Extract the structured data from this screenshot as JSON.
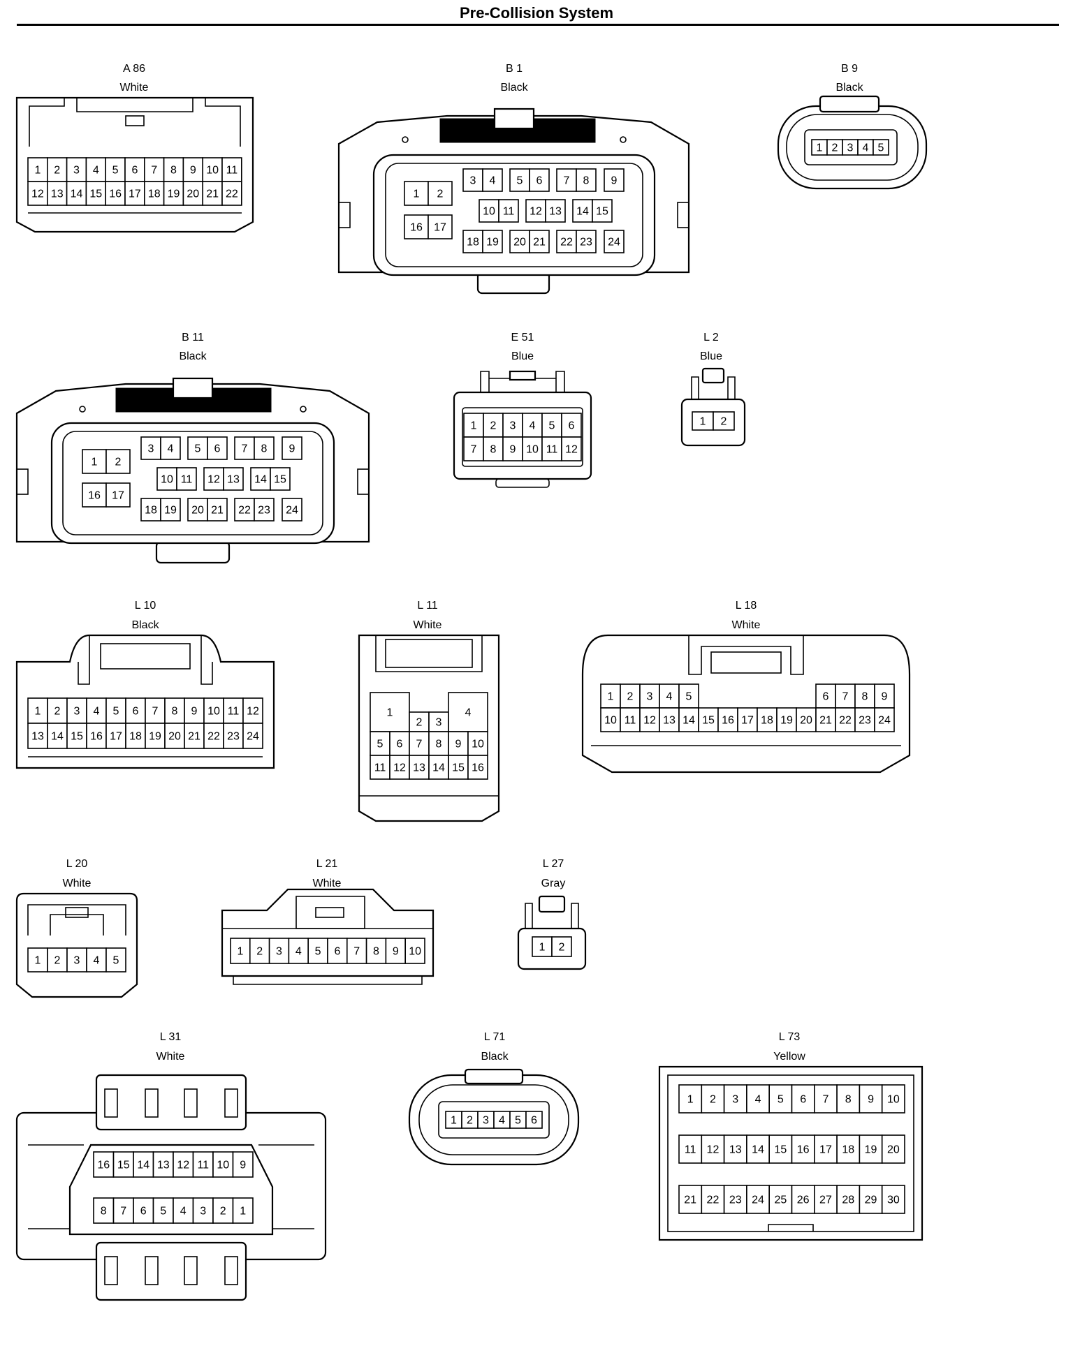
{
  "title": "Pre-Collision System",
  "connectors": [
    {
      "id": "a86",
      "code": "A 86",
      "color": "White",
      "rows": [
        [
          "1",
          "2",
          "3",
          "4",
          "5",
          "6",
          "7",
          "8",
          "9",
          "10",
          "11"
        ],
        [
          "12",
          "13",
          "14",
          "15",
          "16",
          "17",
          "18",
          "19",
          "20",
          "21",
          "22"
        ]
      ]
    },
    {
      "id": "b1",
      "code": "B 1",
      "color": "Black",
      "rows": [
        [
          "1",
          "2",
          "16",
          "17"
        ],
        [
          "3",
          "4",
          "5",
          "6",
          "7",
          "8",
          "9"
        ],
        [
          "10",
          "11",
          "12",
          "13",
          "14",
          "15"
        ],
        [
          "18",
          "19",
          "20",
          "21",
          "22",
          "23",
          "24"
        ]
      ]
    },
    {
      "id": "b9",
      "code": "B 9",
      "color": "Black",
      "rows": [
        [
          "1",
          "2",
          "3",
          "4",
          "5"
        ]
      ]
    },
    {
      "id": "b11",
      "code": "B 11",
      "color": "Black",
      "rows": [
        [
          "1",
          "2",
          "16",
          "17"
        ],
        [
          "3",
          "4",
          "5",
          "6",
          "7",
          "8",
          "9"
        ],
        [
          "10",
          "11",
          "12",
          "13",
          "14",
          "15"
        ],
        [
          "18",
          "19",
          "20",
          "21",
          "22",
          "23",
          "24"
        ]
      ]
    },
    {
      "id": "e51",
      "code": "E 51",
      "color": "Blue",
      "rows": [
        [
          "1",
          "2",
          "3",
          "4",
          "5",
          "6"
        ],
        [
          "7",
          "8",
          "9",
          "10",
          "11",
          "12"
        ]
      ]
    },
    {
      "id": "l2",
      "code": "L 2",
      "color": "Blue",
      "rows": [
        [
          "1",
          "2"
        ]
      ]
    },
    {
      "id": "l10",
      "code": "L 10",
      "color": "Black",
      "rows": [
        [
          "1",
          "2",
          "3",
          "4",
          "5",
          "6",
          "7",
          "8",
          "9",
          "10",
          "11",
          "12"
        ],
        [
          "13",
          "14",
          "15",
          "16",
          "17",
          "18",
          "19",
          "20",
          "21",
          "22",
          "23",
          "24"
        ]
      ]
    },
    {
      "id": "l11",
      "code": "L 11",
      "color": "White",
      "rows": [
        [
          "1",
          "2",
          "3",
          "4"
        ],
        [
          "5",
          "6",
          "7",
          "8",
          "9",
          "10"
        ],
        [
          "11",
          "12",
          "13",
          "14",
          "15",
          "16"
        ]
      ]
    },
    {
      "id": "l18",
      "code": "L 18",
      "color": "White",
      "rows": [
        [
          "1",
          "2",
          "3",
          "4",
          "5",
          "6",
          "7",
          "8",
          "9"
        ],
        [
          "10",
          "11",
          "12",
          "13",
          "14",
          "15",
          "16",
          "17",
          "18",
          "19",
          "20",
          "21",
          "22",
          "23",
          "24"
        ]
      ]
    },
    {
      "id": "l20",
      "code": "L 20",
      "color": "White",
      "rows": [
        [
          "1",
          "2",
          "3",
          "4",
          "5"
        ]
      ]
    },
    {
      "id": "l21",
      "code": "L 21",
      "color": "White",
      "rows": [
        [
          "1",
          "2",
          "3",
          "4",
          "5",
          "6",
          "7",
          "8",
          "9",
          "10"
        ]
      ]
    },
    {
      "id": "l27",
      "code": "L 27",
      "color": "Gray",
      "rows": [
        [
          "1",
          "2"
        ]
      ]
    },
    {
      "id": "l31",
      "code": "L 31",
      "color": "White",
      "rows": [
        [
          "16",
          "15",
          "14",
          "13",
          "12",
          "11",
          "10",
          "9"
        ],
        [
          "8",
          "7",
          "6",
          "5",
          "4",
          "3",
          "2",
          "1"
        ]
      ]
    },
    {
      "id": "l71",
      "code": "L 71",
      "color": "Black",
      "rows": [
        [
          "1",
          "2",
          "3",
          "4",
          "5",
          "6"
        ]
      ]
    },
    {
      "id": "l73",
      "code": "L 73",
      "color": "Yellow",
      "rows": [
        [
          "1",
          "2",
          "3",
          "4",
          "5",
          "6",
          "7",
          "8",
          "9",
          "10"
        ],
        [
          "11",
          "12",
          "13",
          "14",
          "15",
          "16",
          "17",
          "18",
          "19",
          "20"
        ],
        [
          "21",
          "22",
          "23",
          "24",
          "25",
          "26",
          "27",
          "28",
          "29",
          "30"
        ]
      ]
    }
  ]
}
